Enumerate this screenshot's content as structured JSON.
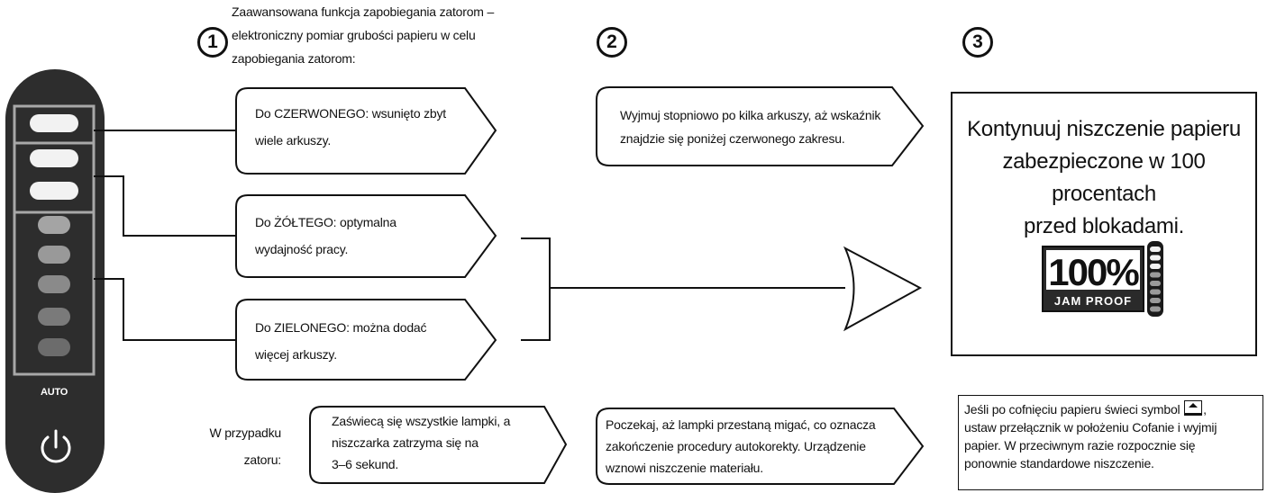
{
  "steps": [
    "1",
    "2",
    "3"
  ],
  "intro": {
    "lines": [
      "Zaawansowana funkcja zapobiegania zatorom –",
      "elektroniczny pomiar grubości papieru w celu",
      "zapobiegania zatorom:"
    ]
  },
  "panel": {
    "auto_label": "AUTO",
    "indicators": {
      "red": 3,
      "other": 5
    }
  },
  "levels": {
    "red": [
      "Do CZERWONEGO: wsunięto zbyt",
      "wiele arkuszy."
    ],
    "yellow": [
      "Do ŻÓŁTEGO: optymalna",
      "wydajność pracy."
    ],
    "green": [
      "Do ZIELONEGO: można dodać",
      "więcej arkuszy."
    ]
  },
  "step2_text": [
    "Wyjmuj stopniowo po kilka arkuszy, aż wskaźnik",
    "znajdzie się poniżej czerwonego zakresu."
  ],
  "step3": {
    "lines": [
      "Kontynuuj niszczenie papieru",
      "zabezpieczone w 100 procentach",
      "przed blokadami."
    ],
    "badge_big": "100%",
    "badge_small": "JAM PROOF"
  },
  "jam": {
    "label": [
      "W przypadku",
      "zatoru:"
    ],
    "box1": [
      "Zaświecą się wszystkie lampki, a",
      "niszczarka zatrzyma się na",
      "3–6 sekund."
    ],
    "box2": [
      "Poczekaj, aż lampki przestaną migać, co oznacza",
      "zakończenie procedury autokorekty. Urządzenie",
      "wznowi niszczenie materiału."
    ],
    "note_before": "Jeśli po cofnięciu papieru świeci symbol",
    "note_after": ",",
    "note_lines": [
      "ustaw przełącznik w położeniu Cofanie i wyjmij",
      "papier. W przeciwnym razie rozpocznie się",
      "ponownie standardowe niszczenie."
    ]
  }
}
